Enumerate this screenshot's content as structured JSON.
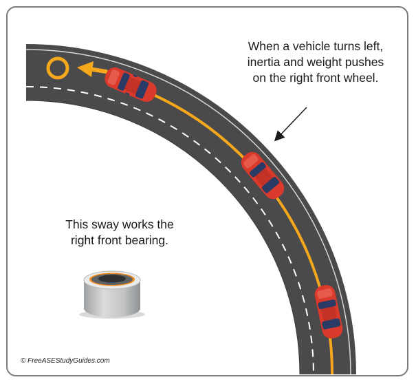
{
  "caption_top": {
    "lines": [
      "When a vehicle turns left,",
      "inertia and weight pushes",
      "on the right front wheel."
    ]
  },
  "caption_middle": {
    "lines": [
      "This sway works the",
      "right front bearing."
    ]
  },
  "copyright": "© FreeASEStudyGuides.com",
  "colors": {
    "road": "#4a4a4c",
    "center_line": "#f5a81c",
    "lane_dash": "#ffffff",
    "car_body": "#d93a2b",
    "car_glass": "#2a3c66",
    "marker": "#f5a81c",
    "bearing": "#c9cbcc"
  },
  "icons": [
    "direction-arrow-icon",
    "target-circle-icon",
    "wheel-bearing-icon",
    "force-arrow-icon"
  ]
}
